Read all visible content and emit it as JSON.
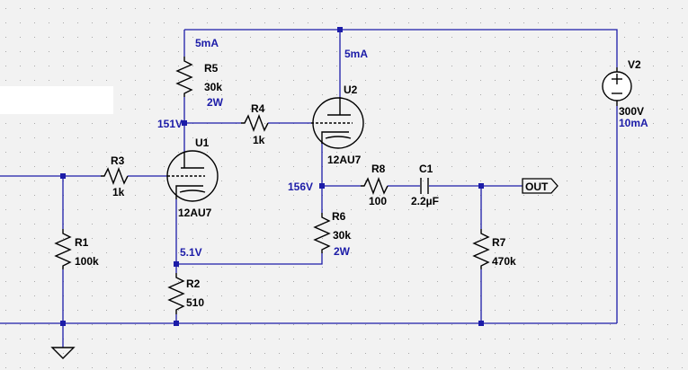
{
  "colors": {
    "background": "#f2f2f2",
    "wire": "#1c1ca8",
    "component": "#000000",
    "annotation": "#1c1ca8",
    "grid_dot": "#a8a8a8"
  },
  "components": {
    "R1": {
      "ref": "R1",
      "value": "100k"
    },
    "R2": {
      "ref": "R2",
      "value": "510"
    },
    "R3": {
      "ref": "R3",
      "value": "1k"
    },
    "R4": {
      "ref": "R4",
      "value": "1k"
    },
    "R5": {
      "ref": "R5",
      "value": "30k",
      "power": "2W"
    },
    "R6": {
      "ref": "R6",
      "value": "30k",
      "power": "2W"
    },
    "R7": {
      "ref": "R7",
      "value": "470k"
    },
    "R8": {
      "ref": "R8",
      "value": "100"
    },
    "C1": {
      "ref": "C1",
      "value": "2.2µF"
    },
    "U1": {
      "ref": "U1",
      "value": "12AU7"
    },
    "U2": {
      "ref": "U2",
      "value": "12AU7"
    },
    "V2": {
      "ref": "V2",
      "value": "300V",
      "current": "10mA"
    }
  },
  "annotations": {
    "i_r5": "5mA",
    "i_u2": "5mA",
    "v_u1_plate": "151V",
    "v_u1_cathode": "5.1V",
    "v_u2_cathode": "156V"
  },
  "output_label": "OUT",
  "icons": [
    "resistor-symbol",
    "vacuum-tube-symbol",
    "voltage-source-symbol",
    "capacitor-symbol",
    "ground-symbol",
    "output-port-symbol"
  ]
}
